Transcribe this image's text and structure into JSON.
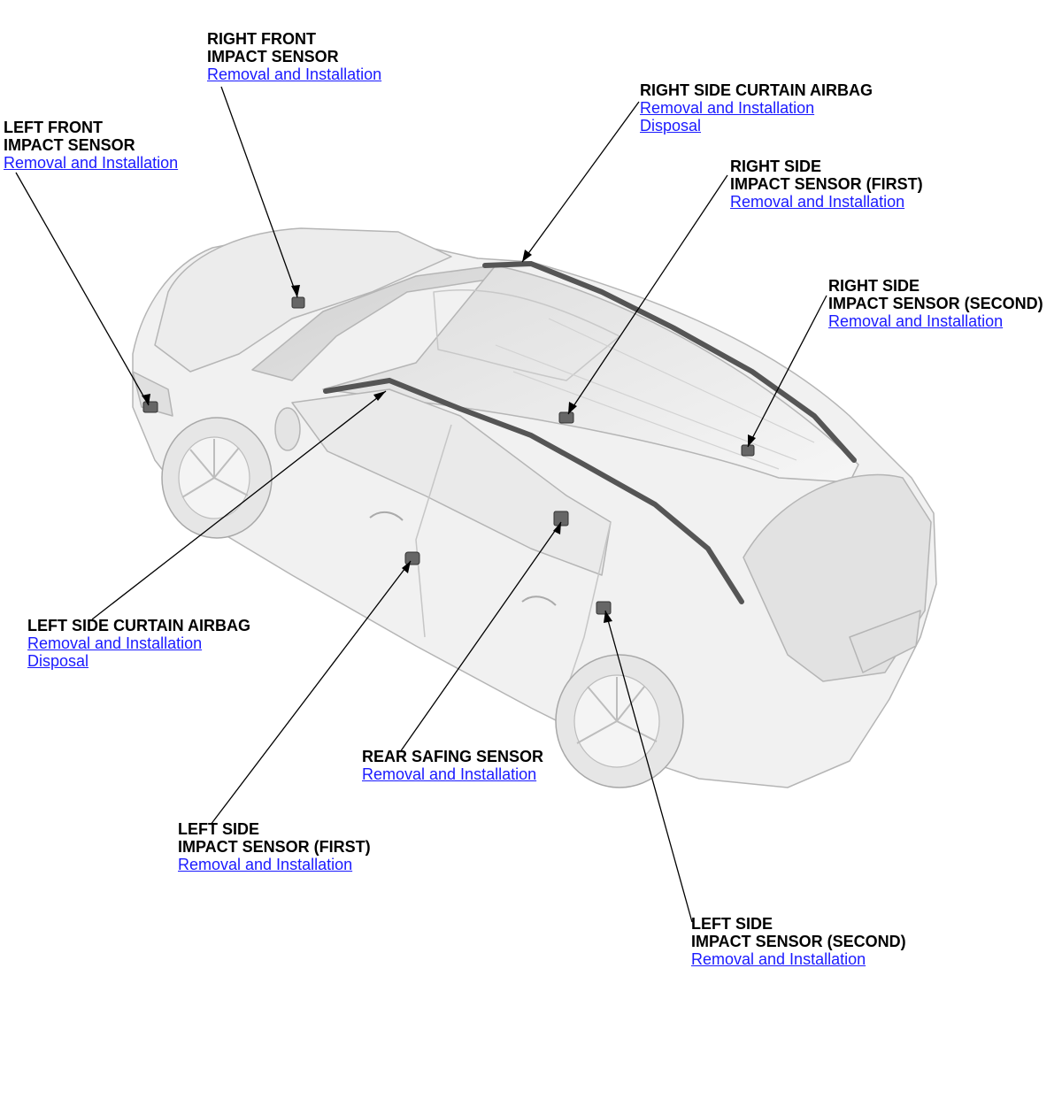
{
  "callouts": {
    "left_front_impact_sensor": {
      "title_lines": [
        "LEFT FRONT",
        "IMPACT SENSOR"
      ],
      "links": [
        "Removal and Installation"
      ]
    },
    "right_front_impact_sensor": {
      "title_lines": [
        "RIGHT FRONT",
        "IMPACT SENSOR"
      ],
      "links": [
        "Removal and Installation"
      ]
    },
    "right_side_curtain_airbag": {
      "title_lines": [
        "RIGHT SIDE CURTAIN AIRBAG"
      ],
      "links": [
        "Removal and Installation",
        "Disposal"
      ]
    },
    "right_side_impact_sensor_first": {
      "title_lines": [
        "RIGHT SIDE",
        "IMPACT SENSOR (FIRST)"
      ],
      "links": [
        "Removal and Installation"
      ]
    },
    "right_side_impact_sensor_second": {
      "title_lines": [
        "RIGHT SIDE",
        "IMPACT SENSOR (SECOND)"
      ],
      "links": [
        "Removal and Installation"
      ]
    },
    "left_side_curtain_airbag": {
      "title_lines": [
        "LEFT SIDE CURTAIN AIRBAG"
      ],
      "links": [
        "Removal and Installation",
        "Disposal"
      ]
    },
    "rear_safing_sensor": {
      "title_lines": [
        "REAR SAFING SENSOR"
      ],
      "links": [
        "Removal and Installation"
      ]
    },
    "left_side_impact_sensor_first": {
      "title_lines": [
        "LEFT SIDE",
        "IMPACT SENSOR (FIRST)"
      ],
      "links": [
        "Removal and Installation"
      ]
    },
    "left_side_impact_sensor_second": {
      "title_lines": [
        "LEFT SIDE",
        "IMPACT SENSOR (SECOND)"
      ],
      "links": [
        "Removal and Installation"
      ]
    }
  },
  "colors": {
    "link": "#1a1aff",
    "label": "#000000",
    "car_body": "#f1f1f1",
    "car_outline": "#b5b5b5",
    "airbag": "#555555"
  }
}
